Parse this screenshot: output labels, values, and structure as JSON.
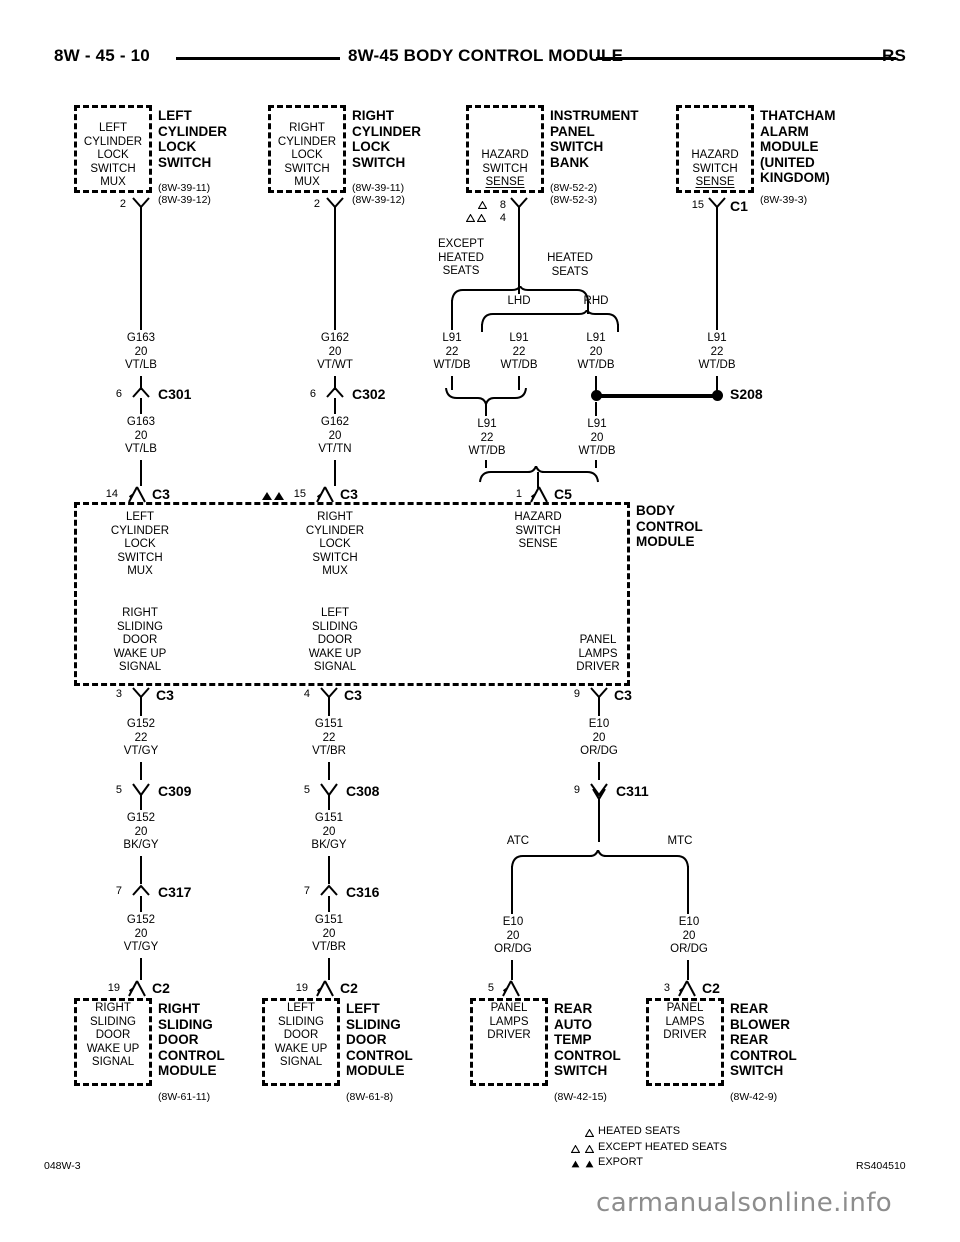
{
  "header": {
    "left": "8W - 45 - 10",
    "center": "8W-45 BODY CONTROL MODULE",
    "right": "RS"
  },
  "components": {
    "left_cyl_lock": {
      "inner": [
        "LEFT",
        "CYLINDER",
        "LOCK",
        "SWITCH",
        "MUX"
      ],
      "title": [
        "LEFT",
        "CYLINDER",
        "LOCK",
        "SWITCH"
      ],
      "refs": [
        "(8W-39-11)",
        "(8W-39-12)"
      ],
      "pin": "2"
    },
    "right_cyl_lock": {
      "inner": [
        "RIGHT",
        "CYLINDER",
        "LOCK",
        "SWITCH",
        "MUX"
      ],
      "title": [
        "RIGHT",
        "CYLINDER",
        "LOCK",
        "SWITCH"
      ],
      "refs": [
        "(8W-39-11)",
        "(8W-39-12)"
      ],
      "pin": "2"
    },
    "instrument_panel_switch_bank": {
      "inner": [
        "HAZARD",
        "SWITCH",
        "SENSE"
      ],
      "title": [
        "INSTRUMENT",
        "PANEL",
        "SWITCH",
        "BANK"
      ],
      "refs": [
        "(8W-52-2)",
        "(8W-52-3)"
      ],
      "pin_heated": "8",
      "pin_except_heated": "4"
    },
    "thatcham_alarm": {
      "inner": [
        "HAZARD",
        "SWITCH",
        "SENSE"
      ],
      "title": [
        "THATCHAM",
        "ALARM",
        "MODULE",
        "(UNITED",
        "KINGDOM)"
      ],
      "refs": [
        "(8W-39-3)"
      ],
      "pin": "15",
      "connector": "C1"
    },
    "bcm": {
      "title": [
        "BODY",
        "CONTROL",
        "MODULE"
      ],
      "terminals_top": [
        {
          "pin": "14",
          "connector": "C3",
          "marker": "",
          "label": [
            "LEFT",
            "CYLINDER",
            "LOCK",
            "SWITCH",
            "MUX"
          ]
        },
        {
          "pin": "15",
          "connector": "C3",
          "marker": "export",
          "label": [
            "RIGHT",
            "CYLINDER",
            "LOCK",
            "SWITCH",
            "MUX"
          ]
        },
        {
          "pin": "1",
          "connector": "C5",
          "marker": "",
          "label": [
            "HAZARD",
            "SWITCH",
            "SENSE"
          ]
        }
      ],
      "terminals_bottom": [
        {
          "pin": "3",
          "connector": "C3",
          "label": [
            "RIGHT",
            "SLIDING",
            "DOOR",
            "WAKE UP",
            "SIGNAL"
          ]
        },
        {
          "pin": "4",
          "connector": "C3",
          "label": [
            "LEFT",
            "SLIDING",
            "DOOR",
            "WAKE UP",
            "SIGNAL"
          ]
        },
        {
          "pin": "9",
          "connector": "C3",
          "label": [
            "PANEL",
            "LAMPS",
            "DRIVER"
          ]
        }
      ]
    },
    "right_sliding_door_module": {
      "inner": [
        "RIGHT",
        "SLIDING",
        "DOOR",
        "WAKE UP",
        "SIGNAL"
      ],
      "title": [
        "RIGHT",
        "SLIDING",
        "DOOR",
        "CONTROL",
        "MODULE"
      ],
      "refs": [
        "(8W-61-11)"
      ],
      "pin": "19",
      "connector": "C2"
    },
    "left_sliding_door_module": {
      "inner": [
        "LEFT",
        "SLIDING",
        "DOOR",
        "WAKE UP",
        "SIGNAL"
      ],
      "title": [
        "LEFT",
        "SLIDING",
        "DOOR",
        "CONTROL",
        "MODULE"
      ],
      "refs": [
        "(8W-61-8)"
      ],
      "pin": "19",
      "connector": "C2"
    },
    "rear_auto_temp_switch": {
      "inner": [
        "PANEL",
        "LAMPS",
        "DRIVER"
      ],
      "title": [
        "REAR",
        "AUTO",
        "TEMP",
        "CONTROL",
        "SWITCH"
      ],
      "refs": [
        "(8W-42-15)"
      ],
      "pin": "5",
      "connector": ""
    },
    "rear_blower_switch": {
      "inner": [
        "PANEL",
        "LAMPS",
        "DRIVER"
      ],
      "title": [
        "REAR",
        "BLOWER",
        "REAR",
        "CONTROL",
        "SWITCH"
      ],
      "refs": [
        "(8W-42-9)"
      ],
      "pin": "3",
      "connector": "C2"
    }
  },
  "wires": {
    "g163_top": {
      "circuit": "G163",
      "gauge": "20",
      "color": "VT/LB"
    },
    "g163_mid": {
      "circuit": "G163",
      "gauge": "20",
      "color": "VT/LB"
    },
    "g162_top": {
      "circuit": "G162",
      "gauge": "20",
      "color": "VT/WT"
    },
    "g162_mid": {
      "circuit": "G162",
      "gauge": "20",
      "color": "VT/TN"
    },
    "l91_except_heated": {
      "circuit": "L91",
      "gauge": "22",
      "color": "WT/DB"
    },
    "l91_lhd": {
      "circuit": "L91",
      "gauge": "22",
      "color": "WT/DB"
    },
    "l91_rhd": {
      "circuit": "L91",
      "gauge": "20",
      "color": "WT/DB"
    },
    "l91_thatcham": {
      "circuit": "L91",
      "gauge": "22",
      "color": "WT/DB"
    },
    "l91_merge": {
      "circuit": "L91",
      "gauge": "22",
      "color": "WT/DB"
    },
    "l91_splice": {
      "circuit": "L91",
      "gauge": "20",
      "color": "WT/DB"
    },
    "g152_a": {
      "circuit": "G152",
      "gauge": "22",
      "color": "VT/GY"
    },
    "g152_b": {
      "circuit": "G152",
      "gauge": "20",
      "color": "BK/GY"
    },
    "g152_c": {
      "circuit": "G152",
      "gauge": "20",
      "color": "VT/GY"
    },
    "g151_a": {
      "circuit": "G151",
      "gauge": "22",
      "color": "VT/BR"
    },
    "g151_b": {
      "circuit": "G151",
      "gauge": "20",
      "color": "BK/GY"
    },
    "g151_c": {
      "circuit": "G151",
      "gauge": "20",
      "color": "VT/BR"
    },
    "e10_top": {
      "circuit": "E10",
      "gauge": "20",
      "color": "OR/DG"
    },
    "e10_atc": {
      "circuit": "E10",
      "gauge": "20",
      "color": "OR/DG"
    },
    "e10_mtc": {
      "circuit": "E10",
      "gauge": "20",
      "color": "OR/DG"
    }
  },
  "connectors": {
    "c301": {
      "pin": "6",
      "name": "C301"
    },
    "c302": {
      "pin": "6",
      "name": "C302"
    },
    "c309": {
      "pin": "5",
      "name": "C309"
    },
    "c308": {
      "pin": "5",
      "name": "C308"
    },
    "c317": {
      "pin": "7",
      "name": "C317"
    },
    "c316": {
      "pin": "7",
      "name": "C316"
    }
  },
  "splice": {
    "name": "S208"
  },
  "branch_labels": {
    "except_heated_seats": [
      "EXCEPT",
      "HEATED",
      "SEATS"
    ],
    "heated_seats": [
      "HEATED",
      "SEATS"
    ],
    "lhd": "LHD",
    "rhd": "RHD",
    "atc": "ATC",
    "mtc": "MTC"
  },
  "legend": [
    {
      "marker": "hollow1",
      "text": "HEATED SEATS"
    },
    {
      "marker": "hollow2",
      "text": "EXCEPT HEATED SEATS"
    },
    {
      "marker": "filled2",
      "text": "EXPORT"
    }
  ],
  "footer": {
    "left": "048W-3",
    "right": "RS404510",
    "watermark": "carmanualsonline.info"
  }
}
